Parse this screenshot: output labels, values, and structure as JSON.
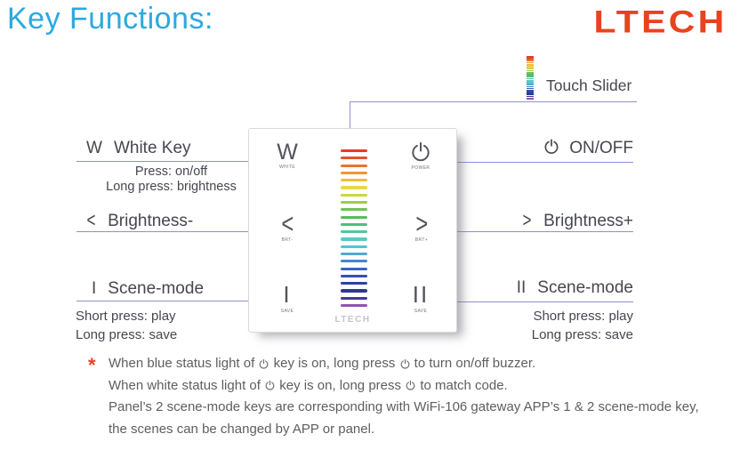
{
  "title": "Key Functions:",
  "brand": "LTECH",
  "colors": {
    "title": "#2BA9E0",
    "red": "#E8431F",
    "line": "#8B94C8",
    "dot": "#4E57AC",
    "label": "#46474F",
    "key": "#53545C",
    "note": "#5E5E63"
  },
  "touch_slider": {
    "label": "Touch Slider",
    "icon": "rainbow-slider-icon"
  },
  "panel": {
    "brand": "LTECH",
    "keys": {
      "white": {
        "glyph": "W",
        "sub": "WHITE"
      },
      "power": {
        "icon": "power-icon",
        "sub": "POWER"
      },
      "brt_minus": {
        "glyph": "<",
        "sub": "BRT-"
      },
      "brt_plus": {
        "glyph": ">",
        "sub": "BRT+"
      },
      "scene1": {
        "glyph": "I",
        "sub": "SAVE"
      },
      "scene2": {
        "glyph": "II",
        "sub": "SAVE"
      }
    },
    "slider_colors": [
      "#E43B25",
      "#E85127",
      "#EE722B",
      "#F19634",
      "#EFBE3A",
      "#E9D83E",
      "#C8D746",
      "#9ACC4D",
      "#6FC253",
      "#55BC5F",
      "#4FBE7F",
      "#54C59E",
      "#5BC9BF",
      "#57C2D2",
      "#50A9D4",
      "#4585C9",
      "#3C63BC",
      "#3550AE",
      "#2E42A0",
      "#2B3894",
      "#45389D",
      "#9152B5"
    ]
  },
  "callouts": {
    "white_key": {
      "glyph": "W",
      "title": "White Key",
      "line1": "Press: on/off",
      "line2": "Long press: brightness"
    },
    "brightness_minus": {
      "glyph": "<",
      "title": "Brightness-"
    },
    "scene_left": {
      "glyph": "I",
      "title": "Scene-mode",
      "line1": "Short press: play",
      "line2": "Long press: save"
    },
    "on_off": {
      "icon": "power-icon",
      "title": "ON/OFF"
    },
    "brightness_plus": {
      "glyph": ">",
      "title": "Brightness+"
    },
    "scene_right": {
      "glyph": "II",
      "title": "Scene-mode",
      "line1": "Short press: play",
      "line2": "Long press: save"
    }
  },
  "notes": {
    "marker": "*",
    "line1_pre": "When blue status light of ",
    "line1_mid": " key is on, long press ",
    "line1_post": " to turn on/off buzzer.",
    "line2_pre": "When white status light of ",
    "line2_mid": " key is on, long press ",
    "line2_post": " to match code.",
    "line3": "Panel’s 2 scene-mode keys are corresponding with WiFi-106 gateway APP’s 1 & 2 scene-mode key,",
    "line4": "the scenes can be changed by APP or panel."
  }
}
